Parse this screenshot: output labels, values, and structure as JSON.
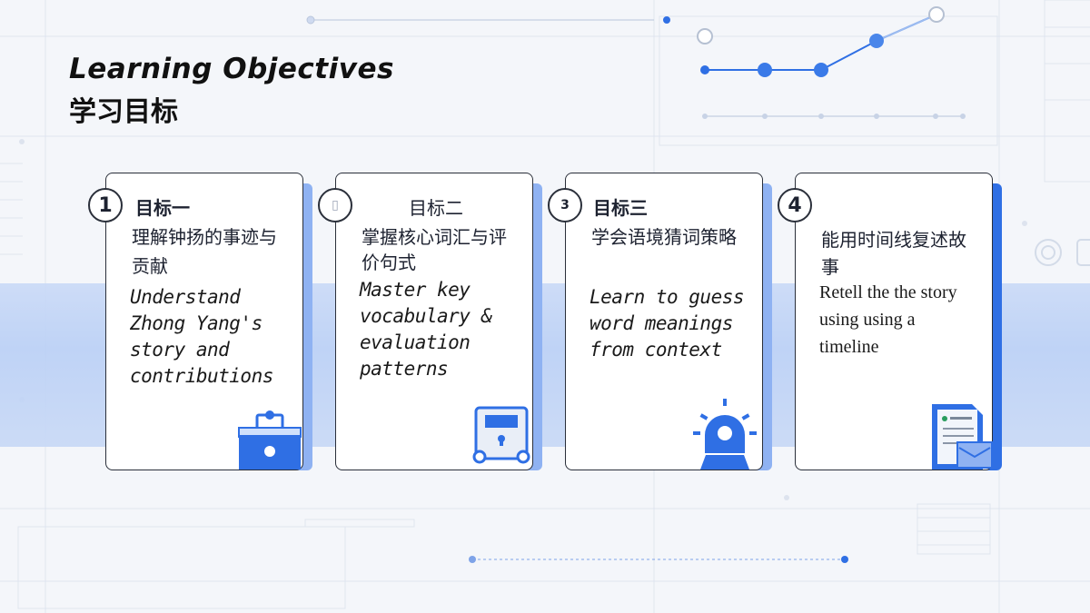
{
  "slide": {
    "title_en": "Learning Objectives",
    "title_zh": "学习目标"
  },
  "colors": {
    "accent": "#2f6fe4",
    "accent_light": "#8fb2f2",
    "band": "#c2d6f6",
    "card_border": "#2a2f3a"
  },
  "cards": [
    {
      "number": "1",
      "heading": "目标一",
      "zh_text": "理解钟扬的事迹与贡献",
      "en_text": "Understand Zhong Yang's story and contributions",
      "icon": "briefcase-icon"
    },
    {
      "number": "",
      "heading": "目标二",
      "zh_text": "掌握核心词汇与评价句式",
      "en_text": "Master key vocabulary & evaluation patterns",
      "icon": "robot-icon"
    },
    {
      "number": "3",
      "heading": "目标三",
      "zh_text": "学会语境猜词策略",
      "en_text": "Learn to guess word meanings from context",
      "icon": "alarm-light-icon"
    },
    {
      "number": "4",
      "heading": "",
      "zh_text": "能用时间线复述故事",
      "en_text": "Retell the the story using using a timeline",
      "icon": "document-icon"
    }
  ]
}
